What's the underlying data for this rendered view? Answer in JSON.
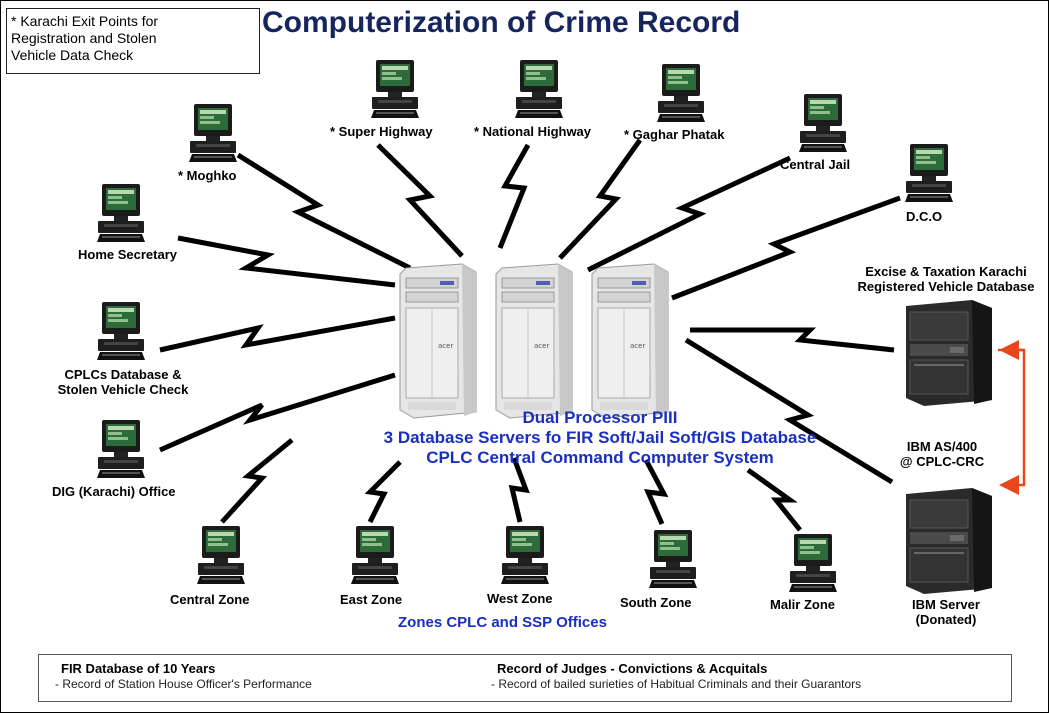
{
  "title": "Computerization of Crime Record",
  "note": {
    "line1": "* Karachi Exit Points for",
    "line2": "Registration and Stolen",
    "line3": "Vehicle Data Check"
  },
  "terminals": {
    "super_highway": "* Super Highway",
    "national_highway": "* National Highway",
    "gaghar_phatak": "* Gaghar Phatak",
    "central_jail": "Central Jail",
    "moghko": "* Moghko",
    "dco": "D.C.O",
    "home_secretary": "Home Secretary",
    "cplc_db_line1": "CPLCs Database &",
    "cplc_db_line2": "Stolen Vehicle Check",
    "dig_office": "DIG (Karachi) Office",
    "central_zone": "Central Zone",
    "east_zone": "East Zone",
    "west_zone": "West Zone",
    "south_zone": "South Zone",
    "malir_zone": "Malir Zone"
  },
  "servers": {
    "line1": "Dual Processor PIII",
    "line2": "3 Database Servers fo FIR Soft/Jail Soft/GIS Database",
    "line3": "CPLC Central Command Computer System",
    "brand": "acer"
  },
  "zones_caption": "Zones CPLC and SSP  Offices",
  "excise": {
    "line1": "Excise & Taxation Karachi",
    "line2": "Registered Vehicle Database"
  },
  "ibm": {
    "line1": "IBM AS/400",
    "line2": "@ CPLC-CRC",
    "server_line1": "IBM Server",
    "server_line2": "(Donated)"
  },
  "footer": {
    "left_title": "FIR Database of 10 Years",
    "left_sub": "- Record of Station House Officer's Performance",
    "right_title": "Record of Judges - Convictions & Acquitals",
    "right_sub": "- Record of bailed surieties of Habitual Criminals and their Guarantors"
  },
  "colors": {
    "title": "#16255d",
    "server_text": "#1a2fc2",
    "arrow": "#e8471c",
    "monitor_screen": "#2d6b3a"
  }
}
